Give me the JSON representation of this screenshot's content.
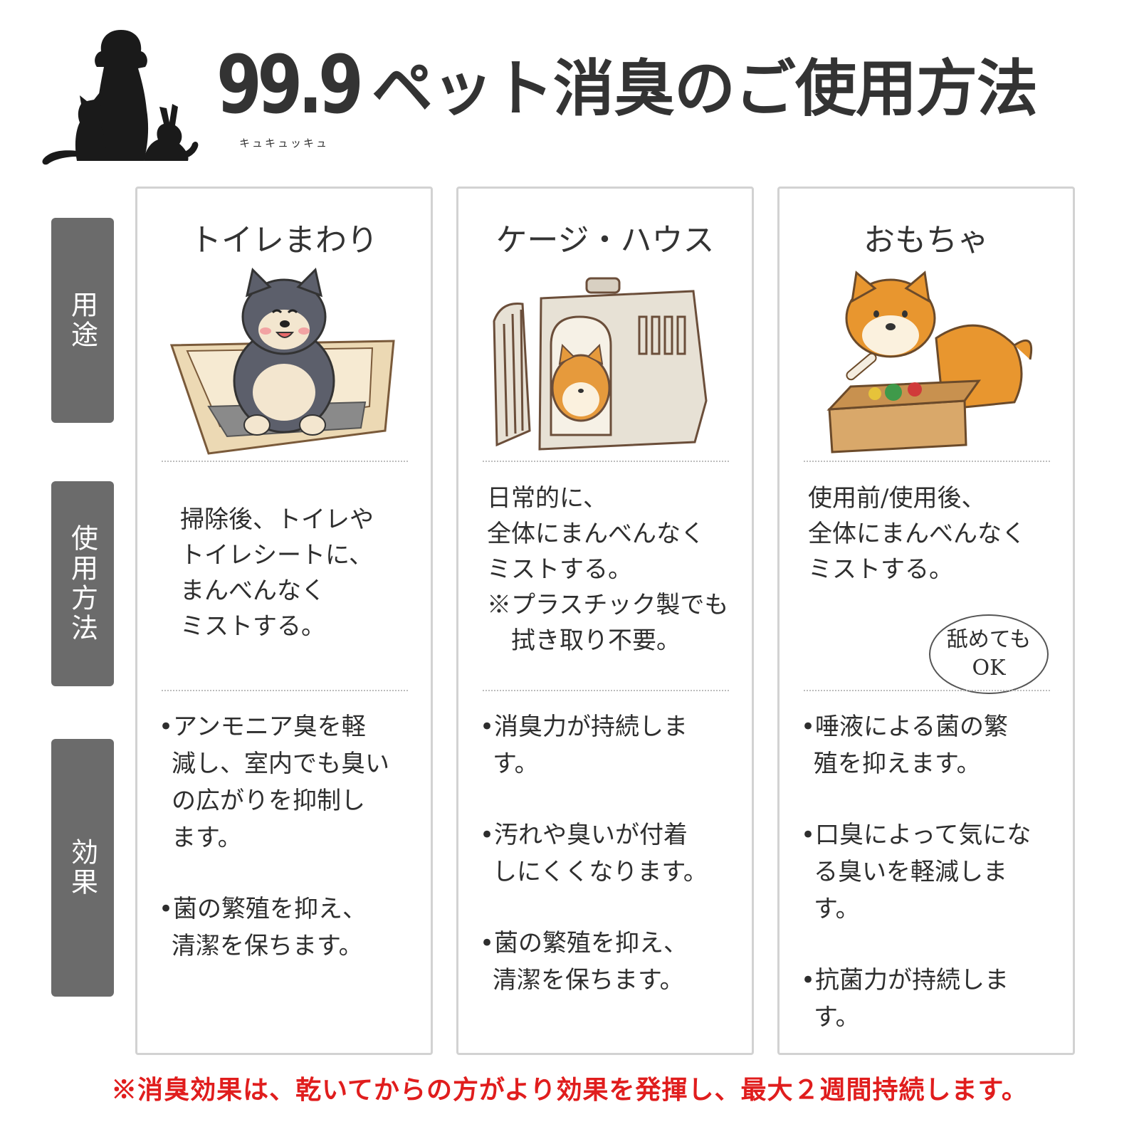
{
  "header": {
    "brand_number": "99.9",
    "brand_reading": "キュキュッキュ",
    "title": "ペット消臭のご使用方法"
  },
  "row_labels": {
    "purpose": "用途",
    "method": "使用方法",
    "effect": "効果"
  },
  "columns": [
    {
      "title": "トイレまわり",
      "usage": [
        "掃除後、トイレや",
        "トイレシートに、",
        "まんべんなく",
        "ミストする。"
      ],
      "effects": [
        [
          "•アンモニア臭を軽",
          "減し、室内でも臭い",
          "の広がりを抑制し",
          "ます。"
        ],
        [
          "•菌の繁殖を抑え、",
          "清潔を保ちます。"
        ]
      ]
    },
    {
      "title": "ケージ・ハウス",
      "usage": [
        "日常的に、",
        "全体にまんべんなく",
        "ミストする。",
        "※プラスチック製でも",
        "　拭き取り不要。"
      ],
      "effects": [
        [
          "•消臭力が持続しま",
          "す。"
        ],
        [
          "•汚れや臭いが付着",
          "しにくくなります。"
        ],
        [
          "•菌の繁殖を抑え、",
          "清潔を保ちます。"
        ]
      ]
    },
    {
      "title": "おもちゃ",
      "usage": [
        "使用前/使用後、",
        "全体にまんべんなく",
        "ミストする。"
      ],
      "badge": [
        "舐めても",
        "OK"
      ],
      "effects": [
        [
          "•唾液による菌の繁",
          "殖を抑えます。"
        ],
        [
          "•口臭によって気にな",
          "る臭いを軽減しま",
          "す。"
        ],
        [
          "•抗菌力が持続しま",
          "す。"
        ]
      ]
    }
  ],
  "footer_note": "※消臭効果は、乾いてからの方がより効果を発揮し、最大２週間持続します。",
  "colors": {
    "label_bg": "#6b6b6b",
    "border": "#d2d2d2",
    "note_red": "#e01d1d"
  }
}
